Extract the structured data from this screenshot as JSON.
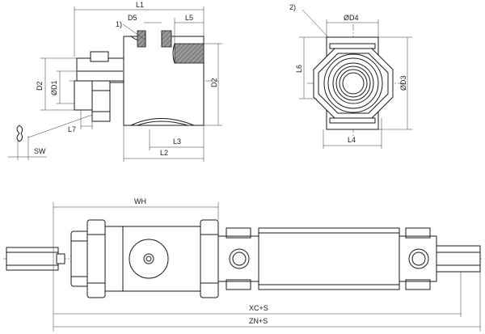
{
  "drawing": {
    "labels": {
      "l1": "L1",
      "d5": "D5",
      "l5": "L5",
      "note1": "1)",
      "note2": "2)",
      "d2_left": "D2",
      "d1": "ØD1",
      "d2_mid": "D2",
      "l7": "L7",
      "sw": "SW",
      "l3": "L3",
      "l2": "L2",
      "d4": "ØD4",
      "l6": "L6",
      "d3": "ØD3",
      "l4": "L4",
      "wh": "WH",
      "xc": "XC+S",
      "zn": "ZN+S"
    },
    "colors": {
      "line": "#1a1a1a",
      "hatch_fill": "#7a7a7a",
      "background": "#ffffff"
    }
  }
}
